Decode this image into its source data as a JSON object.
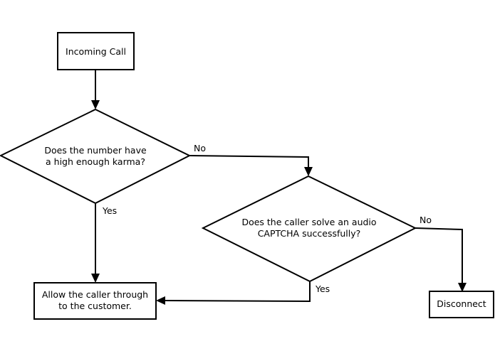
{
  "nodes": {
    "incoming_call": {
      "label": "Incoming Call"
    },
    "karma_decision": {
      "line1": "Does the number have",
      "line2": "a high enough karma?"
    },
    "captcha_decision": {
      "line1": "Does the caller solve an audio",
      "line2": "CAPTCHA successfully?"
    },
    "allow_caller": {
      "line1": "Allow the caller through",
      "line2": "to the customer."
    },
    "disconnect": {
      "label": "Disconnect"
    }
  },
  "edges": {
    "karma_no": {
      "label": "No"
    },
    "karma_yes": {
      "label": "Yes"
    },
    "captcha_no": {
      "label": "No"
    },
    "captcha_yes": {
      "label": "Yes"
    }
  }
}
